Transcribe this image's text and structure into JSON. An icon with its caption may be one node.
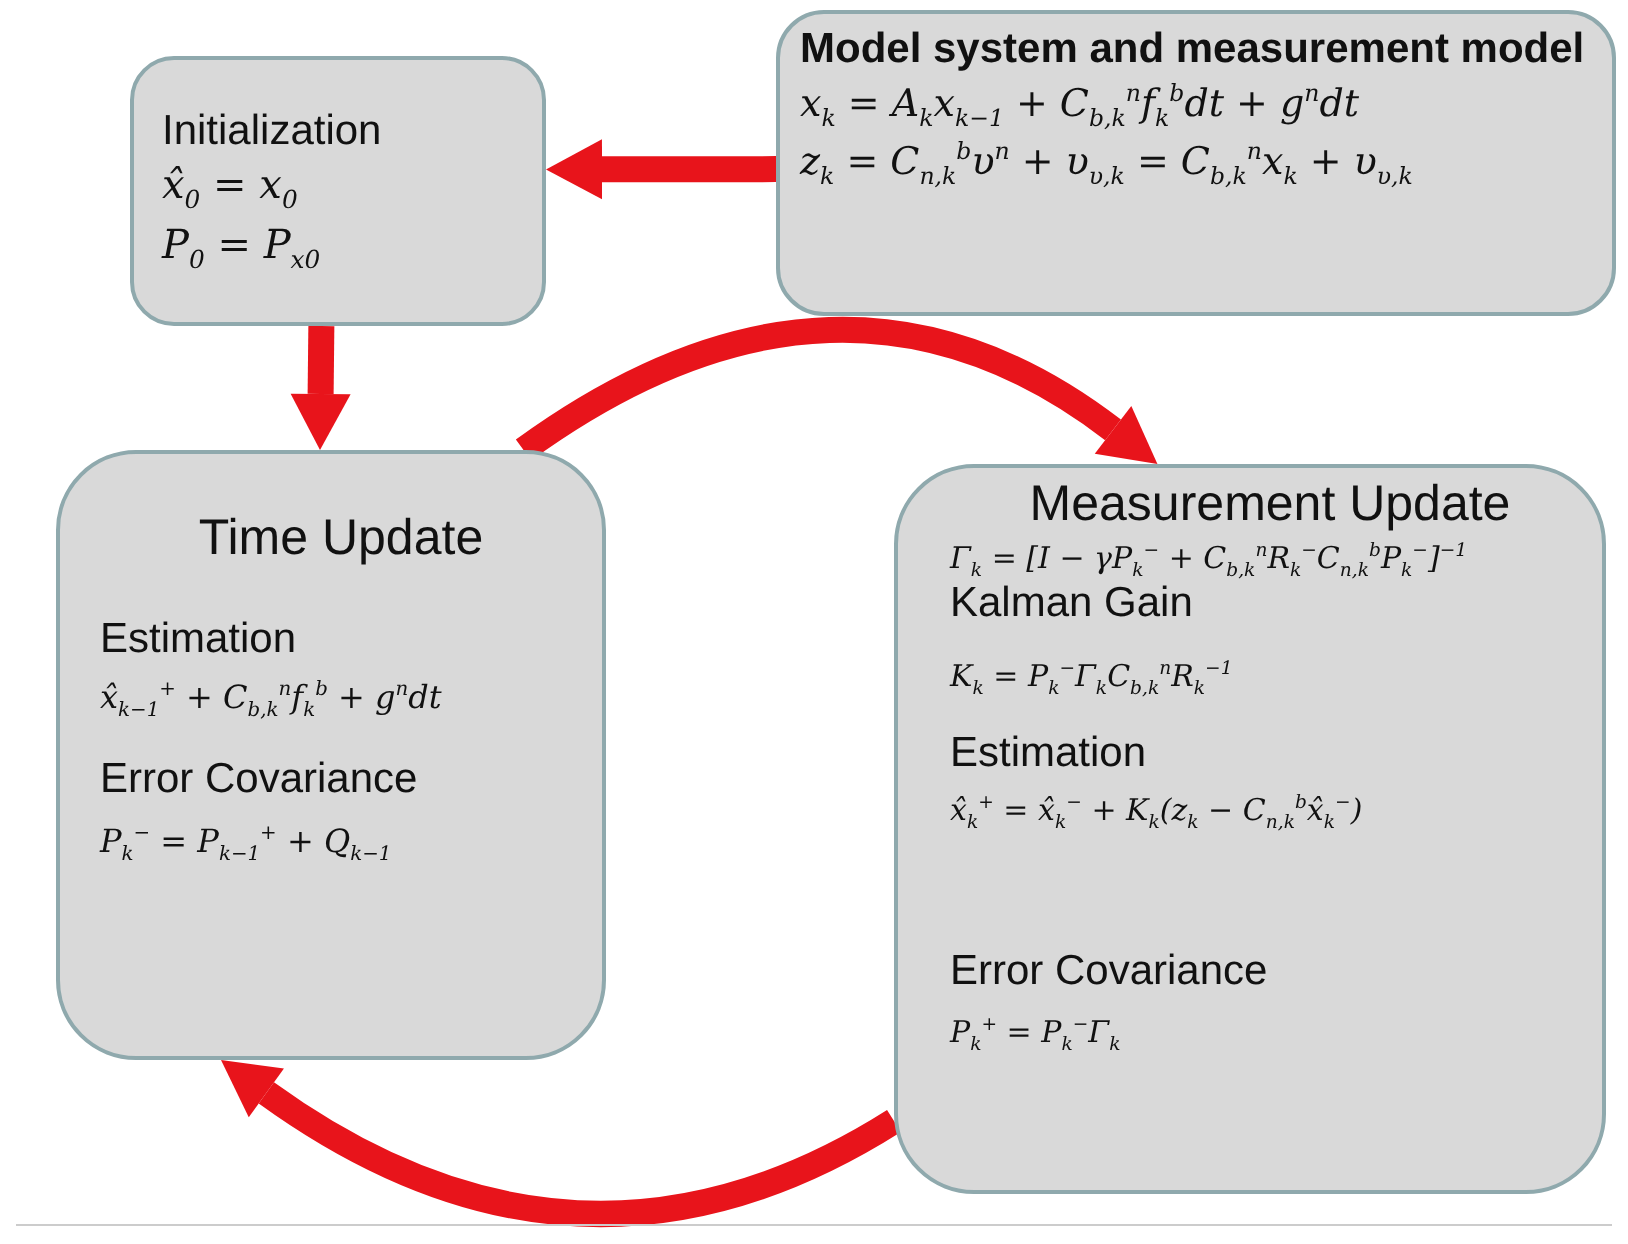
{
  "diagram": {
    "nodes": [
      {
        "text": [
          "Initialization",
          "x̂$_{0}$ = x$_{0}$",
          "P$_{0}$ = P$_{x0}$"
        ]
      },
      {
        "text": [
          "Model system and measurement model",
          "x$_{k}$ = A$_{k}$x$_{k−1}$ + C$_{b,k}$$^{n}$f$_{k}$$^{b}$dt + g$^{n}$dt",
          "z$_{k}$ = C$_{n,k}$$^{b}$υ$^{n}$ + υ$_{υ,k}$ = C$_{b,k}$$^{n}$x$_{k}$ + υ$_{υ,k}$"
        ]
      },
      {
        "text": [
          "Time Update",
          "Estimation",
          "x̂$_{k−1}$$^{+}$ + C$_{b,k}$$^{n}$f$_{k}$$^{b}$ + g$^{n}$dt",
          "Error Covariance",
          "P$_{k}$$^{−}$ = P$_{k−1}$$^{+}$ + Q$_{k−1}$"
        ]
      },
      {
        "text": [
          "Measurement Update",
          "Γ$_{k}$ = [I − γP$_{k}$$^{−}$ + C$_{b,k}$$^{n}$R$_{k}$$^{−}$C$_{n,k}$$^{b}$P$_{k}$$^{−}$]$^{−1}$",
          "Kalman Gain",
          "K$_{k}$ = P$_{k}$$^{−}$Γ$_{k}$C$_{b,k}$$^{n}$R$_{k}$$^{−1}$",
          "Estimation",
          "x̂$_{k}$$^{+}$ = x̂$_{k}$$^{−}$ + K$_{k}$(z$_{k}$ − C$_{n,k}$$^{b}$x̂$_{k}$$^{−}$)",
          "Error Covariance",
          "P$_{k}$$^{+}$ = P$_{k}$$^{−}$Γ$_{k}$"
        ]
      }
    ],
    "edges": [
      {
        "from": 1,
        "to": 0,
        "arrow": "to"
      },
      {
        "from": 0,
        "to": 2,
        "arrow": "to"
      },
      {
        "from": 2,
        "to": 3,
        "arrow": "to"
      },
      {
        "from": 3,
        "to": 2,
        "arrow": "to"
      }
    ]
  }
}
